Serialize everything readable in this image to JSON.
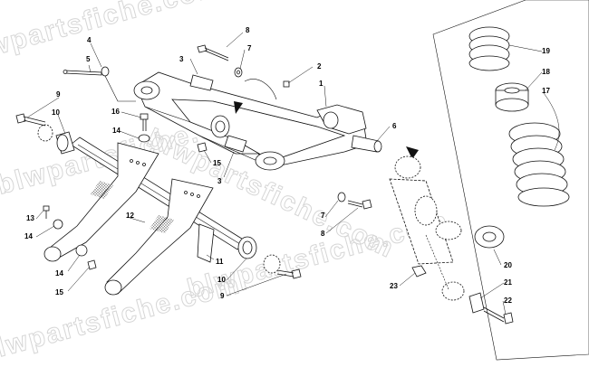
{
  "watermark": "blwpartsfiche.com",
  "callouts": [
    {
      "id": "c1",
      "text": "1"
    },
    {
      "id": "c2",
      "text": "2"
    },
    {
      "id": "c3a",
      "text": "3"
    },
    {
      "id": "c3b",
      "text": "3"
    },
    {
      "id": "c4",
      "text": "4"
    },
    {
      "id": "c5",
      "text": "5"
    },
    {
      "id": "c6",
      "text": "6"
    },
    {
      "id": "c7a",
      "text": "7"
    },
    {
      "id": "c7b",
      "text": "7"
    },
    {
      "id": "c8a",
      "text": "8"
    },
    {
      "id": "c8b",
      "text": "8"
    },
    {
      "id": "c9a",
      "text": "9"
    },
    {
      "id": "c9b",
      "text": "9"
    },
    {
      "id": "c10a",
      "text": "10"
    },
    {
      "id": "c10b",
      "text": "10"
    },
    {
      "id": "c11",
      "text": "11"
    },
    {
      "id": "c12",
      "text": "12"
    },
    {
      "id": "c13",
      "text": "13"
    },
    {
      "id": "c14a",
      "text": "14"
    },
    {
      "id": "c14b",
      "text": "14"
    },
    {
      "id": "c14c",
      "text": "14"
    },
    {
      "id": "c15a",
      "text": "15"
    },
    {
      "id": "c15b",
      "text": "15"
    },
    {
      "id": "c16",
      "text": "16"
    },
    {
      "id": "c17",
      "text": "17"
    },
    {
      "id": "c18",
      "text": "18"
    },
    {
      "id": "c19",
      "text": "19"
    },
    {
      "id": "c20",
      "text": "20"
    },
    {
      "id": "c21",
      "text": "21"
    },
    {
      "id": "c22",
      "text": "22"
    },
    {
      "id": "c23",
      "text": "23"
    }
  ]
}
